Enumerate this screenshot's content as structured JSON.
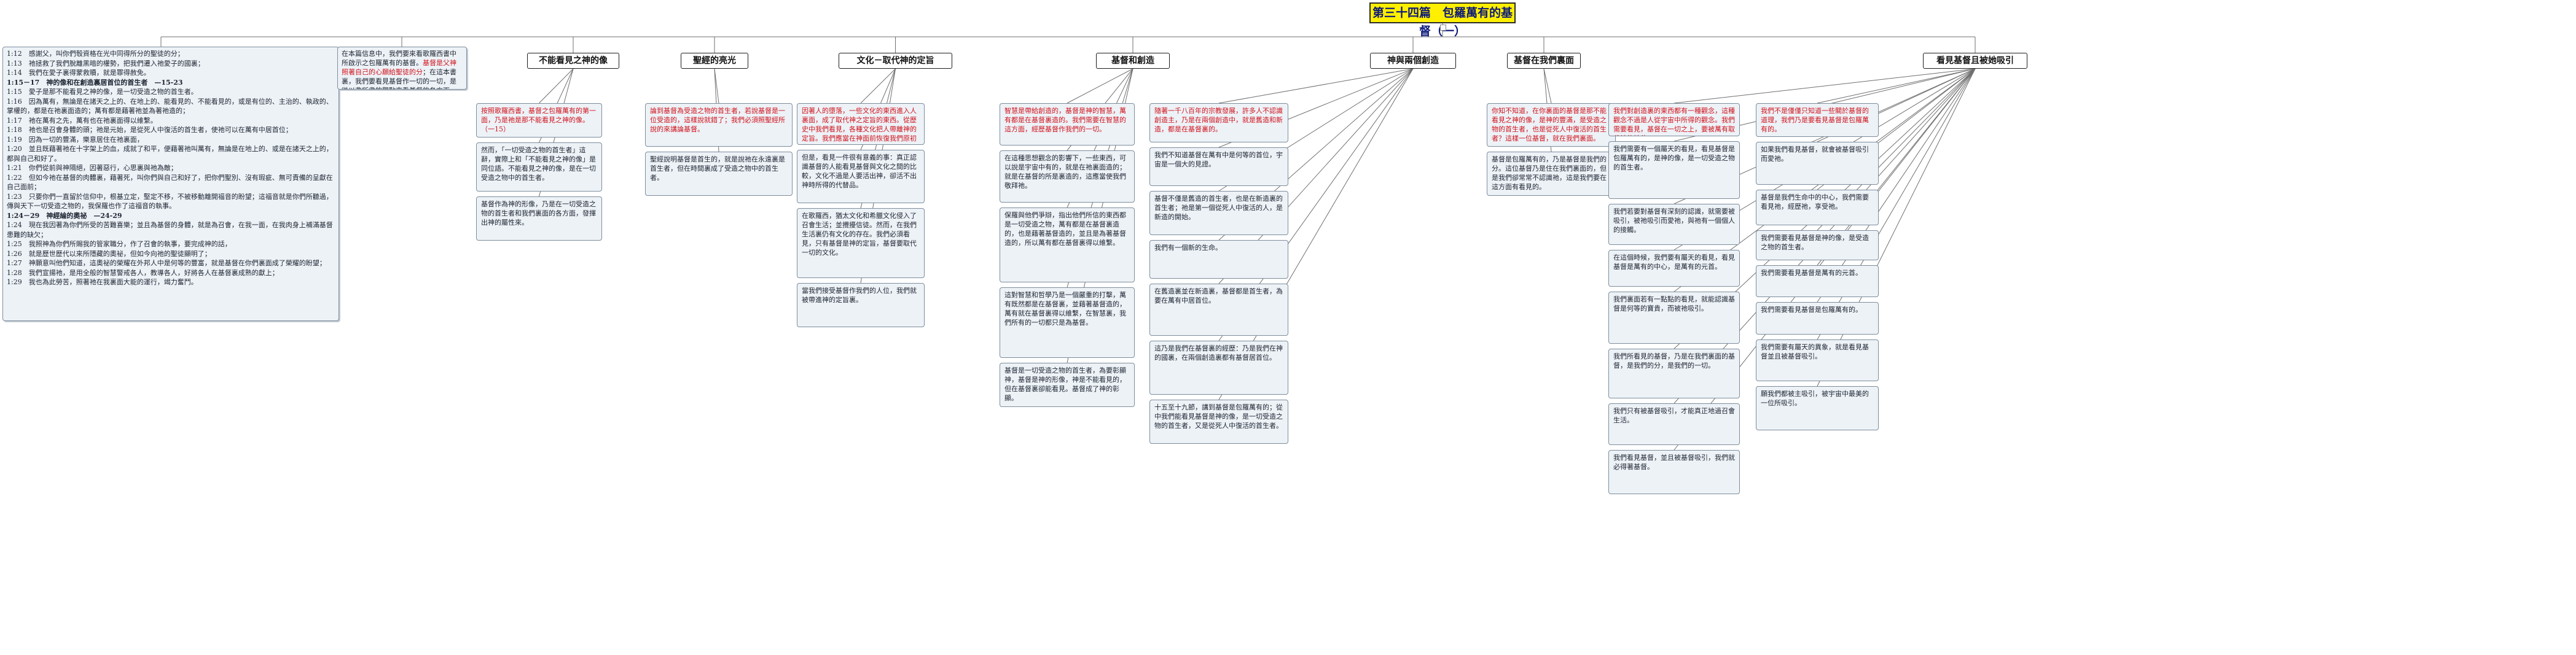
{
  "root": {
    "title": "第三十四篇　包羅萬有的基督（一）"
  },
  "left_column": {
    "verses": [
      "1:12　感謝父，叫你們彀資格在光中同得所分的聖徒的分；",
      "1:13　祂拯救了我們脫離黑暗的權勢，把我們遷入祂愛子的國裏；",
      "1:14　我們在愛子裏得蒙救贖，就是罪得赦免。",
      "1:15－17　神的像和在創造裏居首位的首生者　—15-23",
      "1:15　愛子是那不能看見之神的像，是一切受造之物的首生者。",
      "1:16　因為萬有，無論是在諸天之上的、在地上的、能看見的、不能看見的，或是有位的、主治的、執政的、掌權的，都是在祂裏面造的；萬有都是藉著祂並為著祂造的；",
      "1:17　祂在萬有之先，萬有也在祂裏面得以維繫。",
      "1:18　祂也是召會身體的頭；祂是元始，是從死人中復活的首生者，使祂可以在萬有中居首位；",
      "1:19　因為一切的豐滿，樂意居住在祂裏面，",
      "1:20　並且既藉著祂在十字架上的血，成就了和平，便藉著祂叫萬有，無論是在地上的、或是在諸天之上的，都與自己和好了。",
      "1:21　你們從前與神隔絕，因著惡行，心思裏與祂為敵；",
      "1:22　但如今祂在基督的肉體裏，藉著死，叫你們與自己和好了，把你們聖別、沒有瑕疵、無可責備的呈獻在自己面前；",
      "1:23　只要你們一直留於信仰中，根基立定，堅定不移，不被移動離開福音的盼望；這福音就是你們所聽過，傳與天下一切受造之物的，我保羅也作了這福音的執事。",
      "1:24－29　神經綸的奧祕　—24-29",
      "1:24　現在我因著為你們所受的苦難喜樂；並且為基督的身體，就是為召會，在我一面，在我肉身上補滿基督患難的缺欠；",
      "1:25　我照神為你們所賜我的管家職分，作了召會的執事，要完成神的話，",
      "1:26　就是歷世歷代以來所隱藏的奧祕，但如今向祂的聖徒顯明了；",
      "1:27　神願意叫他們知道，這奧祕的榮耀在外邦人中是何等的豐富，就是基督在你們裏面成了榮耀的盼望；",
      "1:28　我們宣揚祂，是用全般的智慧警戒各人，教導各人，好將各人在基督裏成熟的獻上；",
      "1:29　我也為此勞苦，照著祂在我裏面大能的運行，竭力奮鬥。"
    ]
  },
  "intro": {
    "text": "在本篇信息中，我們要來看歌羅西書中所啟示之包羅萬有的基督。基督是父神照著自己的心願給聖徒的分；在這本書裏，我們要看見基督作一切的一切，是從以弗所書的觀點來看基督的各方面。",
    "highlight": "基督是父神照著自己的心願給聖徒的分"
  },
  "branches": [
    {
      "id": "b1",
      "title": "不能看見之神的像"
    },
    {
      "id": "b2",
      "title": "聖經的亮光"
    },
    {
      "id": "b3",
      "title": "文化－取代神的定旨"
    },
    {
      "id": "b4",
      "title": "基督和創造"
    },
    {
      "id": "b5",
      "title": "神與兩個創造"
    },
    {
      "id": "b6",
      "title": "基督在我們裏面"
    },
    {
      "id": "b7",
      "title": "看見基督且被她吸引"
    }
  ],
  "cards": {
    "b1": [
      "按照歌羅西書，基督之包羅萬有的第一面，乃是祂是那不能看見之神的像。（一15）",
      "然而，「一切受造之物的首生者」這辭，實際上和「不能看見之神的像」是同位語。不能看見之神的像，是在一切受造之物中的首生者。",
      "基督作為神的形像，乃是在一切受造之物的首生者和我們裏面的各方面，發揮出神的屬性來。"
    ],
    "b2": [
      "論到基督為受造之物的首生者，若說基督是一位受造的，這樣說就錯了；我們必須照聖經所說的來講論基督。",
      "聖經說明基督是首生的，就是說祂在永遠裏是首生者，但在時間裏成了受造之物中的首生者。"
    ],
    "b3": [
      "因著人的墮落，一些文化的東西進入人裏面，成了取代神之定旨的東西。從歷史中我們看見，各種文化把人帶離神的定旨。我們應當在神面前恢復我們原初的定旨。",
      "但是，看見一件很有意義的事：真正認識基督的人能看見基督與文化之間的比較，文化不過是人要活出神，卻活不出神時所得的代替品。",
      "在歌羅西，猶太文化和希臘文化侵入了召會生活；並攪擾信徒。然而，在我們生活裏仍有文化的存在。我們必須看見，只有基督是神的定旨，基督要取代一切的文化。",
      "當我們接受基督作我們的人位，我們就被帶進神的定旨裏。"
    ],
    "b4": [
      "智慧是帶給創造的，基督是神的智慧，萬有都是在基督裏造的。我們需要在智慧的這方面，經歷基督作我們的一切。",
      "在這種思想觀念的影響下，一些東西，可以說是宇宙中有的，就是在祂裏面造的；就是在基督的所是裏造的，這應當使我們敬拜祂。",
      "保羅與他們爭辯，指出他們所信的東西都是一切受造之物，萬有都是在基督裏造的，也是藉著基督造的，並且是為著基督造的，所以萬有都在基督裏得以維繫。",
      "這對智慧和哲學乃是一個嚴重的打擊，萬有既然都是在基督裏，並藉著基督造的，萬有就在基督裏得以維繫，在智慧裏，我們所有的一切都只是為基督。",
      "基督是一切受造之物的首生者，為要彰顯神，基督是神的形像，神是不能看見的，但在基督裏卻能看見。基督成了神的彰顯。"
    ],
    "b5": [
      "隨著一千八百年的宗教發展，許多人不認識創造主，乃是在兩個創造中，就是舊造和新造，都是在基督裏的。",
      "我們不知道基督在萬有中是何等的首位，宇宙是一個大的見證。",
      "基督不僅是舊造的首生者，也是在新造裏的首生者；祂是第一個從死人中復活的人，是新造的開始。",
      "我們有一個新的生命。",
      "在舊造裏並在新造裏，基督都是首生者，為要在萬有中居首位。",
      "這乃是我們在基督裏的經歷：乃是我們在神的國裏，在兩個創造裏都有基督居首位。",
      "十五至十九節，講到基督是包羅萬有的；從中我們能看見基督是神的像，是一切受造之物的首生者，又是從死人中復活的首生者。"
    ],
    "b6": [
      "你知不知道，在你裏面的基督是那不能看見之神的像，是神的豐滿，是受造之物的首生者，也是從死人中復活的首生者？這樣一位基督，就在我們裏面。",
      "基督是包羅萬有的，乃是基督是我們的分。這位基督乃是住在我們裏面的，但是我們卻常常不認識祂，這是我們要在這方面有看見的。"
    ],
    "b7": [
      "我們對創造裏的東西都有一種觀念，這種觀念不過是人從宇宙中所得的觀念。我們需要看見，基督在一切之上，要被萬有取代祂的地位。",
      "我們需要有一個屬天的看見，看見基督是包羅萬有的，是神的像，是一切受造之物的首生者。",
      "我們若要對基督有深刻的認識，就需要被吸引，被祂吸引而愛祂，與祂有一個個人的接觸。",
      "在這個時候，我們要有屬天的看見，看見基督是萬有的中心，是萬有的元首。",
      "我們裏面若有一點點的看見，就能認識基督是何等的寶貴，而被祂吸引。",
      "我們所看見的基督，乃是在我們裏面的基督，是我們的分，是我們的一切。",
      "我們只有被基督吸引，才能真正地過召會生活。",
      "我們看見基督，並且被基督吸引，我們就必得著基督。"
    ],
    "b7b": [
      "我們不是僅僅只知道一些關於基督的道理，我們乃是要看見基督是包羅萬有的。",
      "如果我們看見基督，就會被基督吸引而愛祂。",
      "基督是我們生命中的中心，我們需要看見祂，經歷祂，享受祂。",
      "我們需要看見基督是神的像，是受造之物的首生者。",
      "我們需要看見基督是萬有的元首。",
      "我們需要看見基督是包羅萬有的。",
      "我們需要有屬天的異象，就是看見基督並且被基督吸引。",
      "願我們都被主吸引，被宇宙中最美的一位所吸引。"
    ]
  },
  "colors": {
    "root_fill": "#ffef00",
    "card_fill": "#edf2f7",
    "card_border": "#7d8d9c",
    "highlight": "#d0131c",
    "link": "#6f6f6f"
  }
}
